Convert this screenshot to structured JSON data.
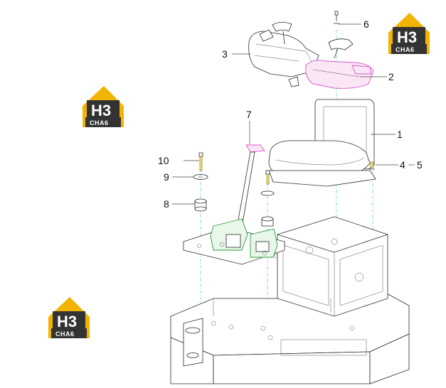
{
  "callouts": [
    {
      "id": "1",
      "label": "1"
    },
    {
      "id": "2",
      "label": "2"
    },
    {
      "id": "3",
      "label": "3"
    },
    {
      "id": "4",
      "label": "4"
    },
    {
      "id": "5",
      "label": "5"
    },
    {
      "id": "6",
      "label": "6"
    },
    {
      "id": "7",
      "label": "7"
    },
    {
      "id": "8",
      "label": "8"
    },
    {
      "id": "9",
      "label": "9"
    },
    {
      "id": "10",
      "label": "10"
    }
  ],
  "watermark": {
    "big_text": "H3",
    "small_text": "CHA6",
    "colors": {
      "gold": "#f2b400",
      "dark": "#333333",
      "white": "#ffffff"
    }
  },
  "colors": {
    "part_outline": "#2a2a2a",
    "axis_line": "#45c7cf",
    "highlight_magenta": "#d35ac9",
    "highlight_green": "#2f9a3b"
  }
}
